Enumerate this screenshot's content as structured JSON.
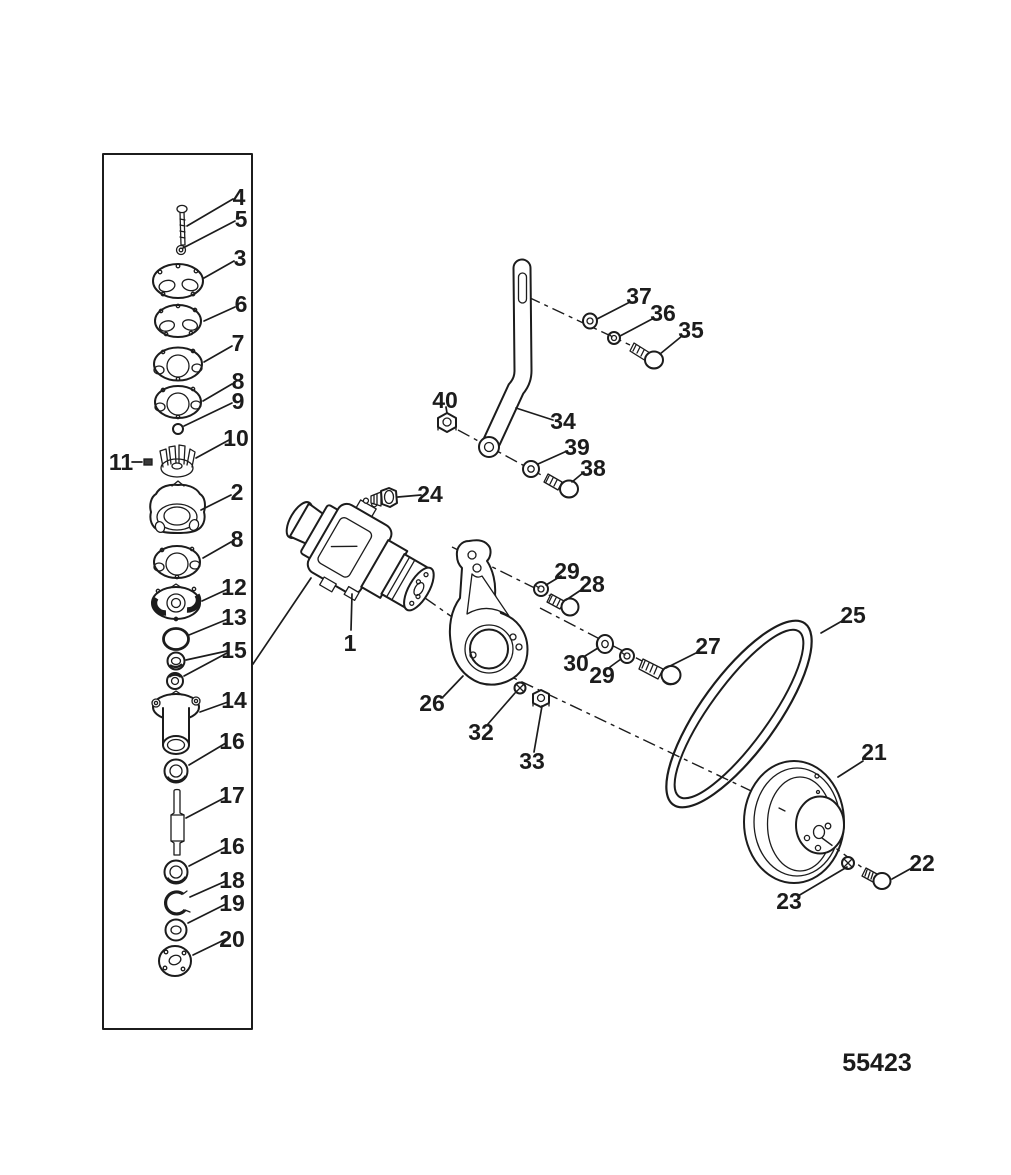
{
  "diagram": {
    "drawing_number": "55423",
    "ink_color": "#1c1c1c",
    "background_color": "#ffffff",
    "callouts": [
      "4",
      "5",
      "3",
      "6",
      "7",
      "8",
      "9",
      "10",
      "11",
      "2",
      "8",
      "12",
      "13",
      "15",
      "14",
      "16",
      "17",
      "16",
      "18",
      "19",
      "20",
      "1",
      "24",
      "26",
      "32",
      "33",
      "29",
      "28",
      "30",
      "29",
      "27",
      "34",
      "37",
      "36",
      "35",
      "40",
      "39",
      "38",
      "25",
      "21",
      "22",
      "23"
    ]
  }
}
